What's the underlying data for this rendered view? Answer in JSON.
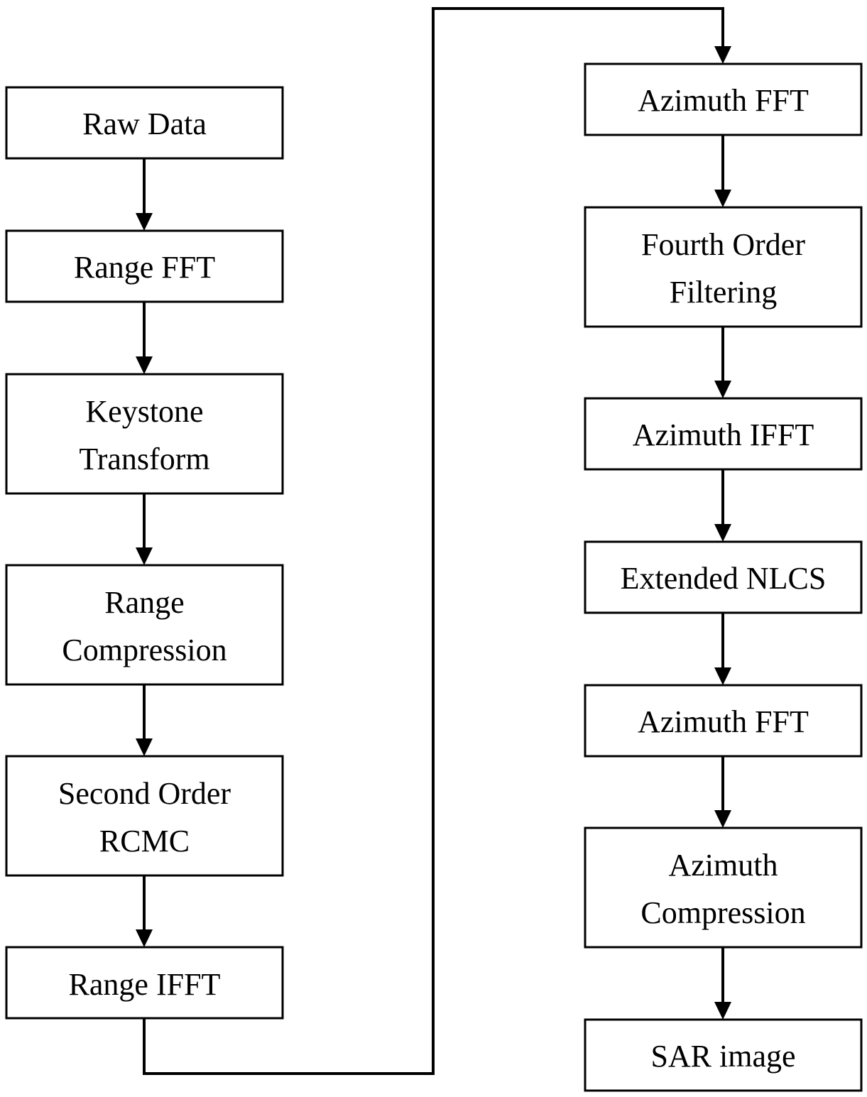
{
  "left_column": [
    [
      "Raw Data"
    ],
    [
      "Range FFT"
    ],
    [
      "Keystone",
      "Transform"
    ],
    [
      "Range",
      "Compression"
    ],
    [
      "Second Order",
      "RCMC"
    ],
    [
      "Range IFFT"
    ]
  ],
  "right_column": [
    [
      "Azimuth FFT"
    ],
    [
      "Fourth Order",
      "Filtering"
    ],
    [
      "Azimuth IFFT"
    ],
    [
      "Extended NLCS"
    ],
    [
      "Azimuth FFT"
    ],
    [
      "Azimuth",
      "Compression"
    ],
    [
      "SAR image"
    ]
  ]
}
